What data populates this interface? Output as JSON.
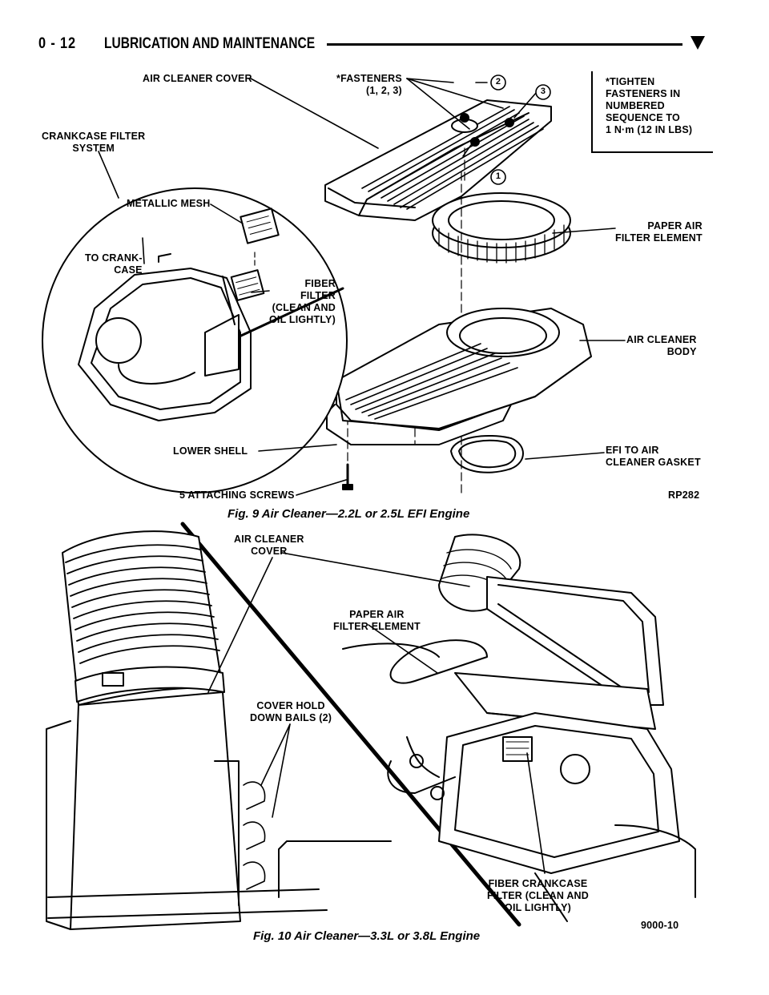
{
  "header": {
    "page_number": "0 - 12",
    "section_title": "LUBRICATION AND MAINTENANCE",
    "marker_icon": "triangle-down-icon"
  },
  "figure9": {
    "labels": {
      "air_cleaner_cover": "AIR CLEANER COVER",
      "fasteners": "*FASTENERS\n(1, 2, 3)",
      "tighten_note": "*TIGHTEN\nFASTENERS IN\nNUMBERED\nSEQUENCE TO\n1 N·m (12 IN LBS)",
      "crankcase_filter_system": "CRANKCASE FILTER\nSYSTEM",
      "metallic_mesh": "METALLIC MESH",
      "to_crankcase": "TO CRANK-\nCASE",
      "fiber_filter": "FIBER\nFILTER\n(CLEAN AND\nOIL LIGHTLY)",
      "paper_air_filter_element": "PAPER AIR\nFILTER ELEMENT",
      "air_cleaner_body": "AIR CLEANER\nBODY",
      "lower_shell": "LOWER SHELL",
      "efi_gasket": "EFI TO AIR\nCLEANER GASKET",
      "attaching_screws": "5 ATTACHING SCREWS",
      "ref_code": "RP282",
      "fastener_1": "1",
      "fastener_2": "2",
      "fastener_3": "3"
    },
    "caption": "Fig. 9 Air Cleaner—2.2L or 2.5L EFI Engine"
  },
  "figure10": {
    "labels": {
      "air_cleaner_cover": "AIR CLEANER\nCOVER",
      "paper_air_filter_element": "PAPER AIR\nFILTER ELEMENT",
      "cover_hold_down_bails": "COVER HOLD\nDOWN BAILS (2)",
      "fiber_crankcase_filter": "FIBER CRANKCASE\nFILTER (CLEAN AND\nOIL LIGHTLY)",
      "ref_code": "9000-10"
    },
    "caption": "Fig. 10 Air Cleaner—3.3L or 3.8L Engine"
  }
}
